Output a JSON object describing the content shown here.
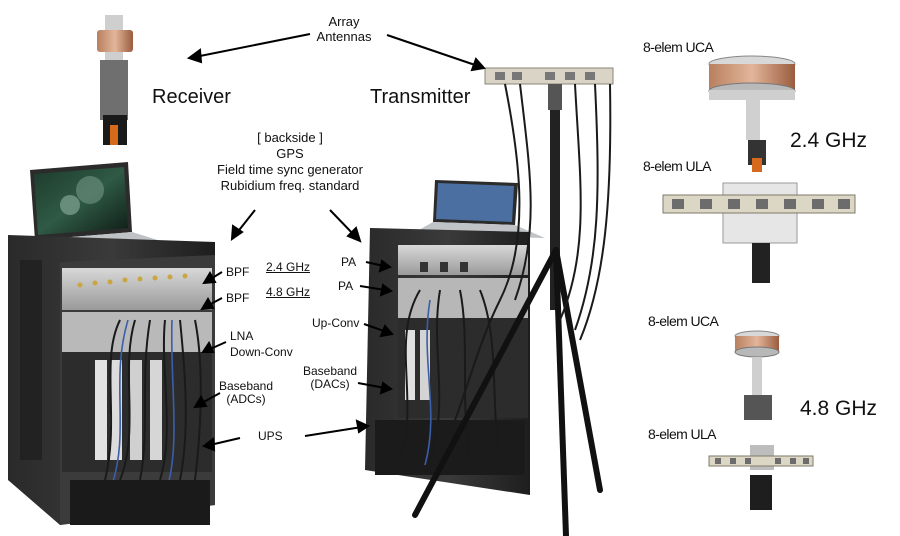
{
  "labels": {
    "array_antennas_line1": "Array",
    "array_antennas_line2": "Antennas",
    "receiver": "Receiver",
    "transmitter": "Transmitter",
    "backside": "[ backside ]",
    "gps": "GPS",
    "sync_gen": "Field time sync generator",
    "rubidium": "Rubidium freq. standard",
    "bpf1": "BPF",
    "bpf2": "BPF",
    "freq_24_small": "2.4 GHz",
    "freq_48_small": "4.8 GHz",
    "lna": "LNA",
    "down_conv": "Down-Conv",
    "baseband_rx_1": "Baseband",
    "baseband_rx_2": "(ADCs)",
    "ups": "UPS",
    "pa1": "PA",
    "pa2": "PA",
    "up_conv": "Up-Conv",
    "baseband_tx_1": "Baseband",
    "baseband_tx_2": "(DACs)",
    "uca_24": "8-elem UCA",
    "ula_24": "8-elem ULA",
    "freq_24_big": "2.4 GHz",
    "uca_48": "8-elem UCA",
    "ula_48": "8-elem ULA",
    "freq_48_big": "4.8 GHz"
  }
}
